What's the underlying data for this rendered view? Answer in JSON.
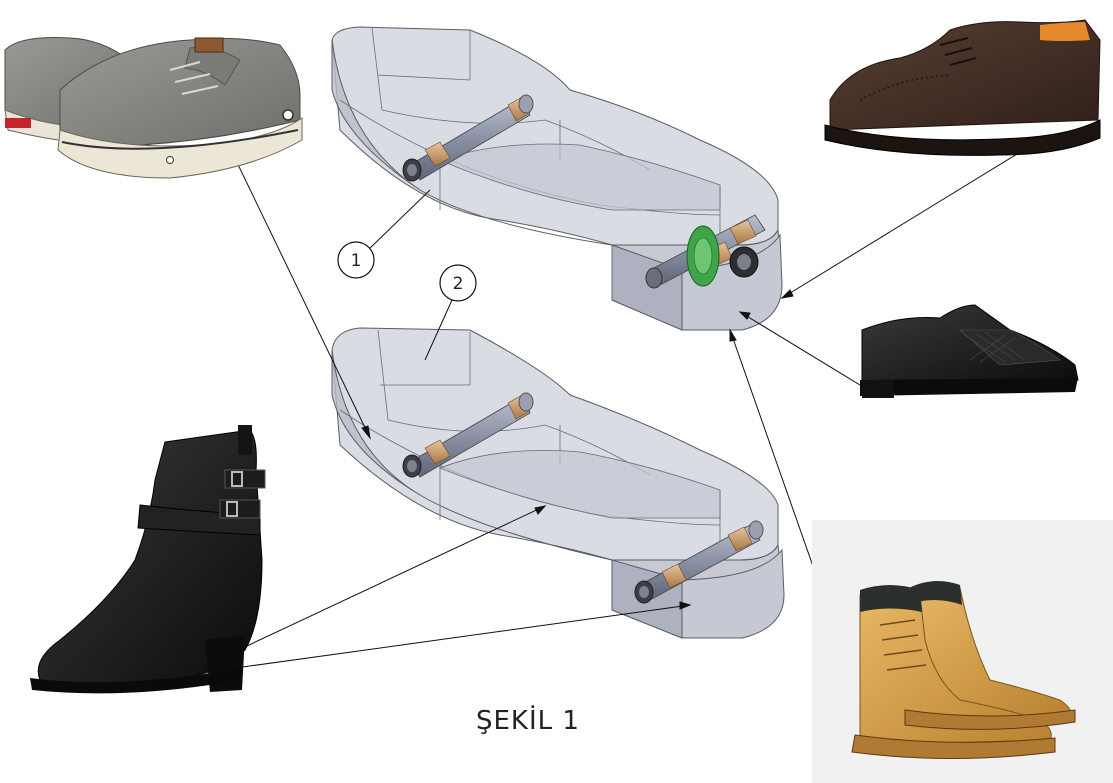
{
  "figure": {
    "caption": "ŞEKİL 1",
    "callouts": [
      {
        "id": "1",
        "label": "1"
      },
      {
        "id": "2",
        "label": "2"
      }
    ]
  },
  "colors": {
    "sole_fill": "#c9cbd6",
    "sole_stroke": "#5b5d66",
    "roller": "#8c93a6",
    "collar": "#c79a6b",
    "gear": "#3fa44a"
  },
  "shoes": [
    {
      "id": "sneaker",
      "icon": "sneaker-icon"
    },
    {
      "id": "brogue",
      "icon": "brogue-shoe-icon"
    },
    {
      "id": "oxford",
      "icon": "oxford-shoe-icon"
    },
    {
      "id": "ankle-boot",
      "icon": "ankle-boot-icon"
    },
    {
      "id": "work-boot",
      "icon": "work-boot-icon"
    }
  ]
}
